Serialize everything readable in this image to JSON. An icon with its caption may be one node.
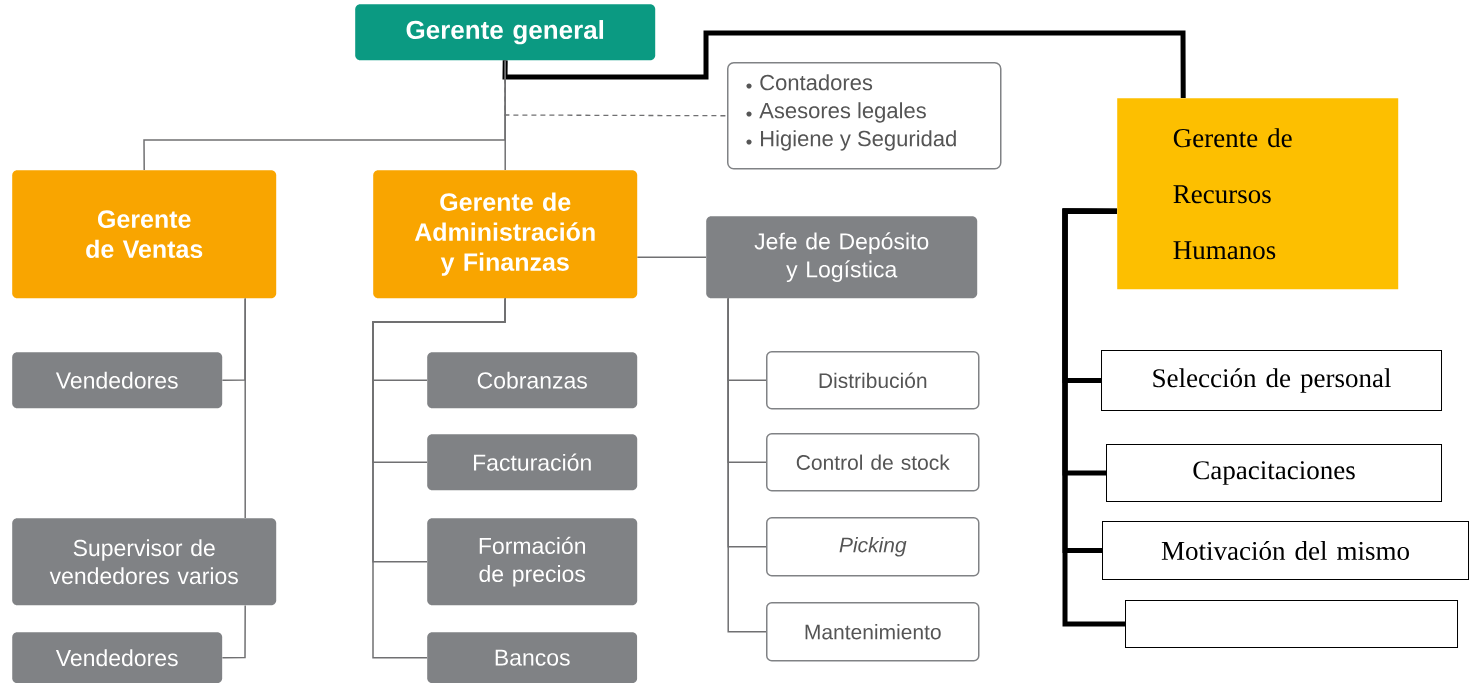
{
  "diagram": {
    "nodes": [
      {
        "text": [
          "Gerente general"
        ]
      },
      {
        "text": [
          "Contadores",
          "Asesores legales",
          "Higiene y Seguridad"
        ]
      },
      {
        "text": [
          "Gerente de Recursos Humanos"
        ]
      },
      {
        "text": [
          "Gerente de Ventas"
        ]
      },
      {
        "text": [
          "Gerente de Administración y Finanzas"
        ]
      },
      {
        "text": [
          "Jefe de Depósito y Logística"
        ]
      },
      {
        "text": [
          "Vendedores"
        ]
      },
      {
        "text": [
          "Supervisor de vendedores varios"
        ]
      },
      {
        "text": [
          "Vendedores"
        ]
      },
      {
        "text": [
          "Cobranzas"
        ]
      },
      {
        "text": [
          "Facturación"
        ]
      },
      {
        "text": [
          "Formación de precios"
        ]
      },
      {
        "text": [
          "Bancos"
        ]
      },
      {
        "text": [
          "Distribución"
        ]
      },
      {
        "text": [
          "Control de stock"
        ]
      },
      {
        "text": [
          "Picking"
        ]
      },
      {
        "text": [
          "Mantenimiento"
        ]
      },
      {
        "text": [
          "Selección de personal"
        ]
      },
      {
        "text": [
          "Capacitaciones"
        ]
      },
      {
        "text": [
          "Motivación del mismo"
        ]
      },
      {
        "text": [],
        "shape": "box"
      }
    ],
    "edges": [
      {
        "from": 0,
        "to": 1,
        "arrow": "none",
        "style": "dashed"
      },
      {
        "from": 0,
        "to": 2,
        "arrow": "none",
        "style": "thick",
        "color": "#000000"
      },
      {
        "from": 0,
        "to": 3,
        "arrow": "none"
      },
      {
        "from": 0,
        "to": 4,
        "arrow": "none"
      },
      {
        "from": 4,
        "to": 5,
        "arrow": "none"
      },
      {
        "from": 3,
        "to": 6,
        "arrow": "none"
      },
      {
        "from": 3,
        "to": 7,
        "arrow": "none"
      },
      {
        "from": 7,
        "to": 8,
        "arrow": "none"
      },
      {
        "from": 4,
        "to": 9,
        "arrow": "none"
      },
      {
        "from": 4,
        "to": 10,
        "arrow": "none"
      },
      {
        "from": 4,
        "to": 11,
        "arrow": "none"
      },
      {
        "from": 4,
        "to": 12,
        "arrow": "none"
      },
      {
        "from": 5,
        "to": 13,
        "arrow": "none"
      },
      {
        "from": 5,
        "to": 14,
        "arrow": "none"
      },
      {
        "from": 5,
        "to": 15,
        "arrow": "none"
      },
      {
        "from": 5,
        "to": 16,
        "arrow": "none"
      },
      {
        "from": 2,
        "to": 17,
        "arrow": "none",
        "style": "thick",
        "color": "#000000"
      },
      {
        "from": 2,
        "to": 18,
        "arrow": "none",
        "style": "thick",
        "color": "#000000"
      },
      {
        "from": 2,
        "to": 19,
        "arrow": "none",
        "style": "thick",
        "color": "#000000"
      },
      {
        "from": 2,
        "to": 20,
        "arrow": "none",
        "style": "thick",
        "color": "#000000"
      }
    ]
  }
}
